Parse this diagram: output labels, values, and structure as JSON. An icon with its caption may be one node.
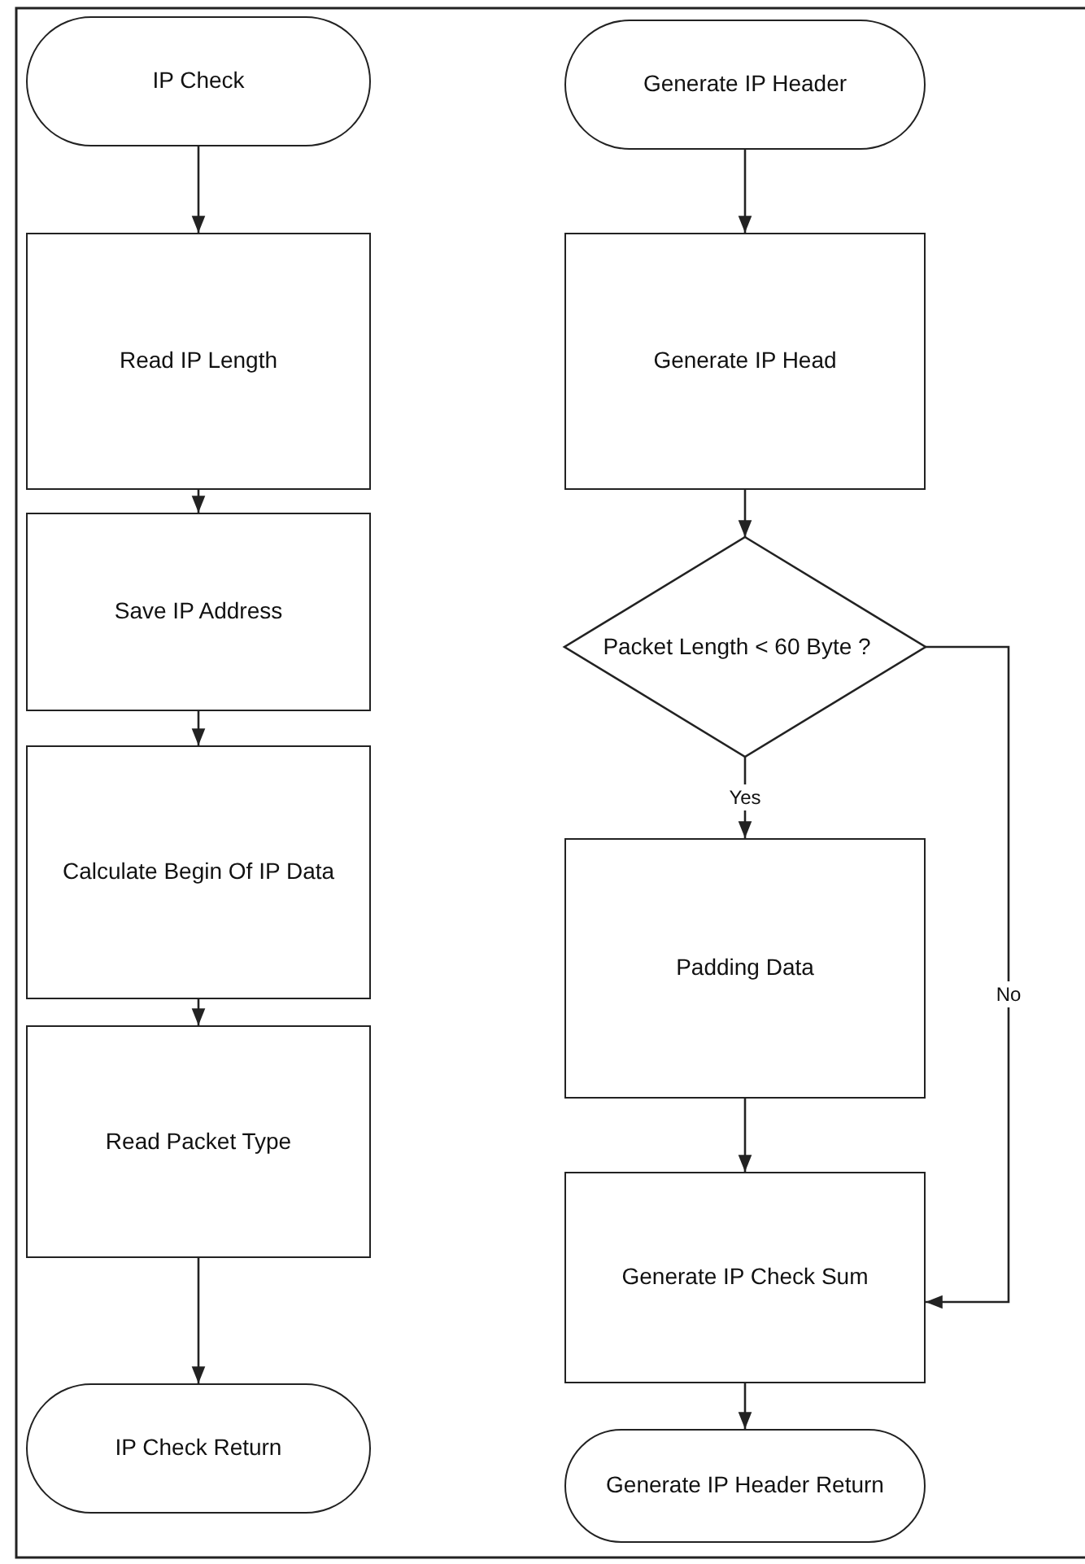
{
  "diagram": {
    "nodes": [
      {
        "text": [
          "IP Check"
        ]
      },
      {
        "text": [
          "Read IP Length"
        ]
      },
      {
        "text": [
          "Save IP Address"
        ]
      },
      {
        "text": [
          "Calculate Begin Of IP Data"
        ]
      },
      {
        "text": [
          "Read Packet Type"
        ]
      },
      {
        "text": [
          "IP Check Return"
        ]
      },
      {
        "text": [
          "Generate IP Header"
        ]
      },
      {
        "text": [
          "Generate IP Head"
        ]
      },
      {
        "text": [
          "Packet Length < 60 Byte ?"
        ]
      },
      {
        "text": [
          "Padding Data"
        ]
      },
      {
        "text": [
          "Generate IP Check Sum"
        ]
      },
      {
        "text": [
          "Generate IP Header Return"
        ]
      }
    ],
    "edges": [
      {
        "from": 0,
        "to": 1,
        "arrow": "to"
      },
      {
        "from": 1,
        "to": 2,
        "arrow": "to"
      },
      {
        "from": 2,
        "to": 3,
        "arrow": "to"
      },
      {
        "from": 3,
        "to": 4,
        "arrow": "to"
      },
      {
        "from": 4,
        "to": 5,
        "arrow": "to"
      },
      {
        "from": 6,
        "to": 7,
        "arrow": "to"
      },
      {
        "from": 7,
        "to": 8,
        "arrow": "to"
      },
      {
        "from": 8,
        "to": 9,
        "arrow": "to",
        "label": "Yes"
      },
      {
        "from": 8,
        "to": 10,
        "arrow": "to",
        "label": "No"
      },
      {
        "from": 9,
        "to": 10,
        "arrow": "to"
      },
      {
        "from": 10,
        "to": 11,
        "arrow": "to"
      }
    ]
  }
}
